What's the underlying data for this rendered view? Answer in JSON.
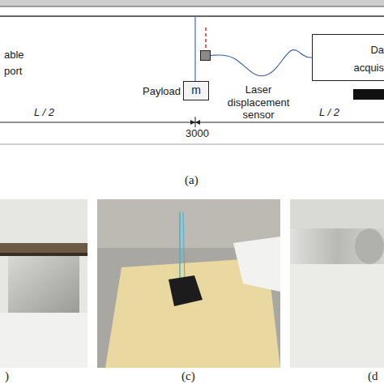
{
  "diagram": {
    "nodes": [
      {
        "text": [
          "Payload",
          "m"
        ]
      },
      {
        "text": [
          "Laser displacement sensor"
        ]
      },
      {
        "text": [
          "Da acquis"
        ]
      }
    ],
    "edges": [
      {
        "from": 1,
        "to": 2,
        "arrow": "none"
      }
    ],
    "labels": [
      "able",
      "port",
      "L / 2",
      "3000",
      "L / 2",
      "(a)",
      ")",
      "(c)",
      "(d"
    ]
  }
}
